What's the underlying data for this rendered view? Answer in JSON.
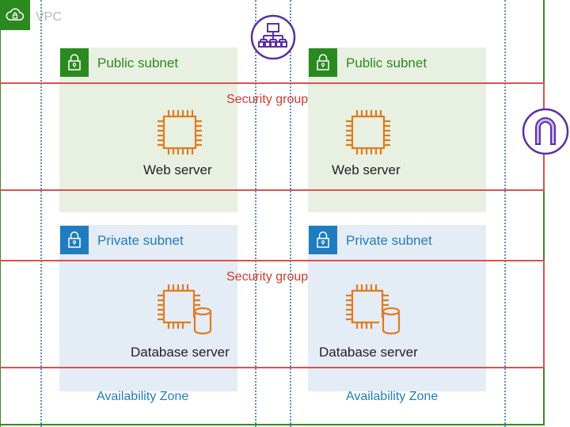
{
  "vpc": {
    "label": "VPC",
    "icon": "cloud-lock-icon"
  },
  "load_balancer": {
    "icon": "load-balancer-icon"
  },
  "internet_gateway": {
    "icon": "internet-gateway-icon"
  },
  "security_groups": [
    {
      "label": "Security group"
    },
    {
      "label": "Security group"
    }
  ],
  "availability_zones": [
    {
      "label": "Availability Zone",
      "public_subnet": {
        "label": "Public subnet",
        "server": "Web server"
      },
      "private_subnet": {
        "label": "Private subnet",
        "server": "Database server"
      }
    },
    {
      "label": "Availability Zone",
      "public_subnet": {
        "label": "Public subnet",
        "server": "Web server"
      },
      "private_subnet": {
        "label": "Private subnet",
        "server": "Database server"
      }
    }
  ],
  "colors": {
    "vpc": "#2b8a1f",
    "public": "#2b8a1f",
    "private": "#1f7dbf",
    "security_group": "#d9534f",
    "compute": "#e07b1f",
    "network": "#5a2ea6"
  }
}
